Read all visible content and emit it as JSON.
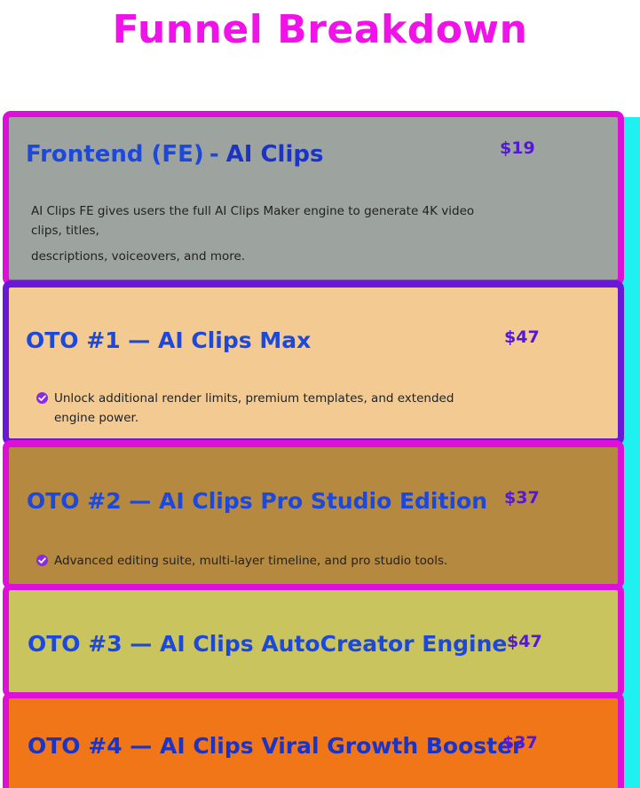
{
  "page_title": "Funnel Breakdown",
  "colors": {
    "title": "#f012e8",
    "card_title": "#1c48dc",
    "price": "#5418d6",
    "cyan_accent": "#1ff1f1"
  },
  "cards": [
    {
      "title_prefix": "Frontend (FE)",
      "title_dash": "-",
      "title_suffix": "AI Clips",
      "price": "$19",
      "desc_line1": "AI Clips FE gives users the full AI Clips Maker engine to generate 4K video clips, titles,",
      "desc_line2": "descriptions, voiceovers, and more.",
      "bg": "#9da39f",
      "border": "#dc10d8"
    },
    {
      "title": "OTO #1 — AI Clips Max",
      "price": "$47",
      "bullet": "Unlock additional render limits, premium templates, and extended engine power.",
      "bg": "#f3cb92",
      "border": "#6a18d8"
    },
    {
      "title": "OTO #2 — AI Clips Pro Studio Edition",
      "price": "$37",
      "bullet": "Advanced editing suite, multi-layer timeline, and pro studio tools.",
      "bg": "#b5893f",
      "border": "#dc10d8"
    },
    {
      "title": "OTO #3 — AI Clips AutoCreator Engine",
      "price": "$47",
      "bg": "#c9c45d",
      "border": "#dc10d8"
    },
    {
      "title": "OTO #4 — AI Clips Viral Growth Booster",
      "price": "$37",
      "bg": "#f07618",
      "border": "#dc10d8"
    }
  ]
}
